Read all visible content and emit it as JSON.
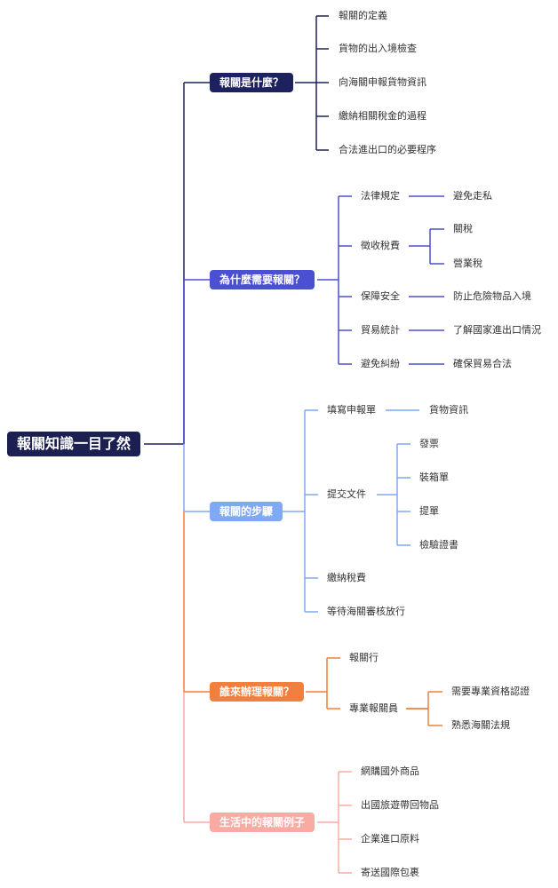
{
  "root": {
    "label": "報關知識一目了然",
    "color": "#1b1f52"
  },
  "branches": [
    {
      "label": "報關是什麼？",
      "color": "#1e2160",
      "children": [
        {
          "label": "報關的定義"
        },
        {
          "label": "貨物的出入境檢查"
        },
        {
          "label": "向海關申報貨物資訊"
        },
        {
          "label": "繳納相關稅金的過程"
        },
        {
          "label": "合法進出口的必要程序"
        }
      ]
    },
    {
      "label": "為什麼需要報關？",
      "color": "#4b4fd1",
      "children": [
        {
          "label": "法律規定",
          "children": [
            {
              "label": "避免走私"
            }
          ]
        },
        {
          "label": "徵收稅費",
          "children": [
            {
              "label": "關稅"
            },
            {
              "label": "營業稅"
            }
          ]
        },
        {
          "label": "保障安全",
          "children": [
            {
              "label": "防止危險物品入境"
            }
          ]
        },
        {
          "label": "貿易統計",
          "children": [
            {
              "label": "了解國家進出口情況"
            }
          ]
        },
        {
          "label": "避免糾紛",
          "children": [
            {
              "label": "確保貿易合法"
            }
          ]
        }
      ]
    },
    {
      "label": "報關的步驟",
      "color": "#7fa9f3",
      "children": [
        {
          "label": "填寫申報單",
          "children": [
            {
              "label": "貨物資訊"
            }
          ]
        },
        {
          "label": "提交文件",
          "children": [
            {
              "label": "發票"
            },
            {
              "label": "裝箱單"
            },
            {
              "label": "提單"
            },
            {
              "label": "檢驗證書"
            }
          ]
        },
        {
          "label": "繳納稅費"
        },
        {
          "label": "等待海關審核放行"
        }
      ]
    },
    {
      "label": "誰來辦理報關？",
      "color": "#f27f3d",
      "children": [
        {
          "label": "報關行"
        },
        {
          "label": "專業報關員",
          "children": [
            {
              "label": "需要專業資格認證"
            },
            {
              "label": "熟悉海關法規"
            }
          ]
        }
      ]
    },
    {
      "label": "生活中的報關例子",
      "color": "#f9aaa3",
      "children": [
        {
          "label": "網購國外商品"
        },
        {
          "label": "出國旅遊帶回物品"
        },
        {
          "label": "企業進口原料"
        },
        {
          "label": "寄送國際包裹"
        }
      ]
    }
  ]
}
